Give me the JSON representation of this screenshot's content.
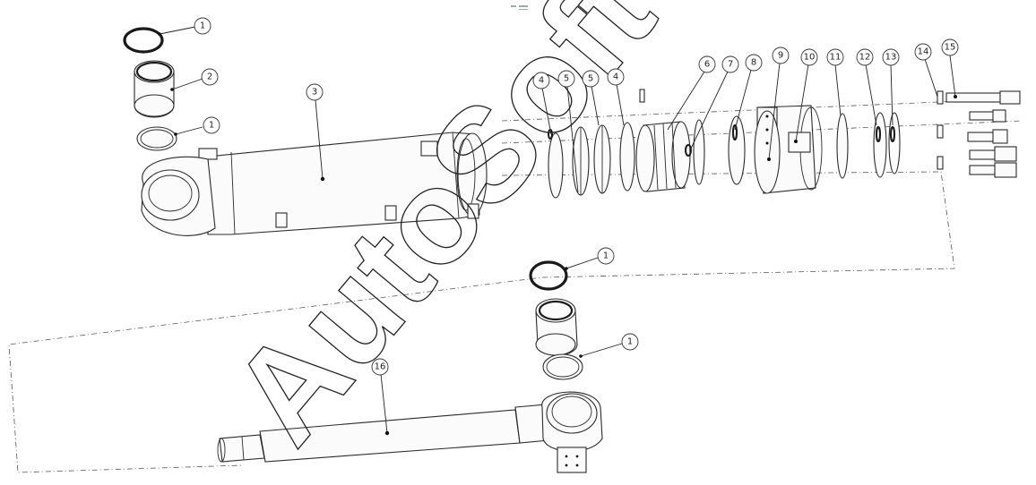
{
  "watermark": {
    "text": "AutoSoft"
  },
  "callouts": [
    {
      "id": "c1a",
      "label": "1"
    },
    {
      "id": "c2",
      "label": "2"
    },
    {
      "id": "c1b",
      "label": "1"
    },
    {
      "id": "c3",
      "label": "3"
    },
    {
      "id": "c4a",
      "label": "4"
    },
    {
      "id": "c5a",
      "label": "5"
    },
    {
      "id": "c5b",
      "label": "5"
    },
    {
      "id": "c4b",
      "label": "4"
    },
    {
      "id": "c6",
      "label": "6"
    },
    {
      "id": "c7",
      "label": "7"
    },
    {
      "id": "c8",
      "label": "8"
    },
    {
      "id": "c9",
      "label": "9"
    },
    {
      "id": "c10",
      "label": "10"
    },
    {
      "id": "c11",
      "label": "11"
    },
    {
      "id": "c12",
      "label": "12"
    },
    {
      "id": "c13",
      "label": "13"
    },
    {
      "id": "c14",
      "label": "14"
    },
    {
      "id": "c15",
      "label": "15"
    },
    {
      "id": "c1c",
      "label": "1"
    },
    {
      "id": "c1d",
      "label": "1"
    },
    {
      "id": "c16",
      "label": "16"
    }
  ]
}
